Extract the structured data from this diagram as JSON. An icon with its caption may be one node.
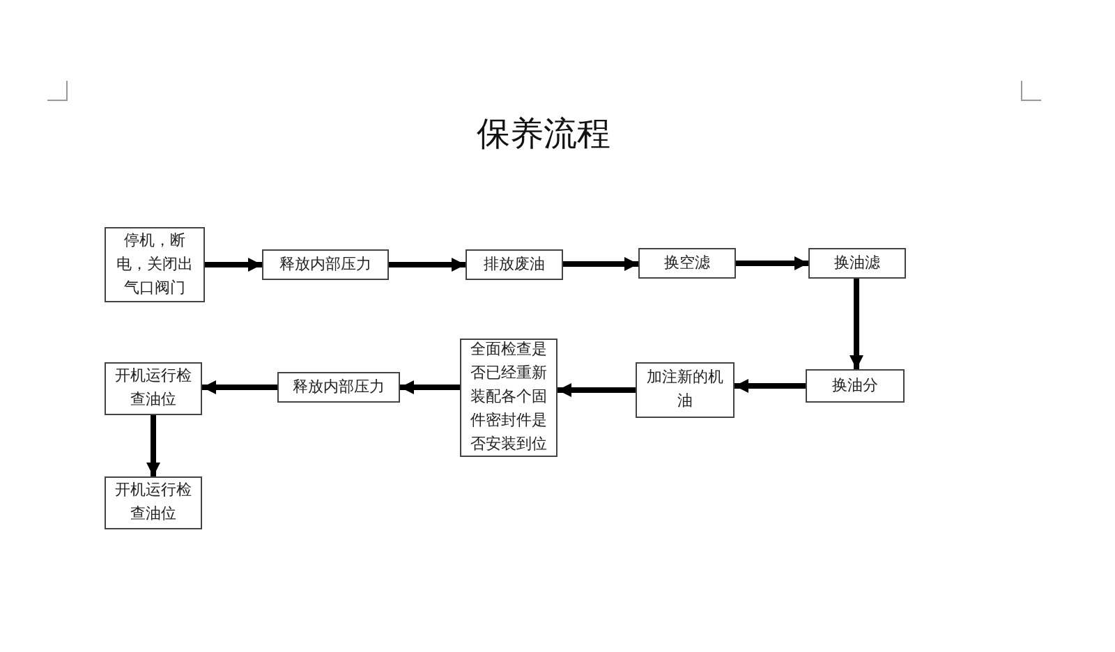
{
  "diagram": {
    "title": "保养流程",
    "nodes": [
      {
        "text": [
          "停机，断电，关闭出气口阀门"
        ]
      },
      {
        "text": [
          "释放内部压力"
        ]
      },
      {
        "text": [
          "排放废油"
        ]
      },
      {
        "text": [
          "换空滤"
        ]
      },
      {
        "text": [
          "换油滤"
        ]
      },
      {
        "text": [
          "换油分"
        ]
      },
      {
        "text": [
          "加注新的机油"
        ]
      },
      {
        "text": [
          "全面检查是否已经重新装配各个固件密封件是否安装到位"
        ]
      },
      {
        "text": [
          "释放内部压力"
        ]
      },
      {
        "text": [
          "开机运行检查油位"
        ]
      },
      {
        "text": [
          "开机运行检查油位"
        ]
      }
    ],
    "edges": [
      {
        "from": 0,
        "to": 1,
        "arrow": "to"
      },
      {
        "from": 1,
        "to": 2,
        "arrow": "to"
      },
      {
        "from": 2,
        "to": 3,
        "arrow": "to"
      },
      {
        "from": 3,
        "to": 4,
        "arrow": "to"
      },
      {
        "from": 4,
        "to": 5,
        "arrow": "to"
      },
      {
        "from": 5,
        "to": 6,
        "arrow": "to"
      },
      {
        "from": 6,
        "to": 7,
        "arrow": "to"
      },
      {
        "from": 7,
        "to": 8,
        "arrow": "to"
      },
      {
        "from": 8,
        "to": 9,
        "arrow": "to"
      },
      {
        "from": 9,
        "to": 10,
        "arrow": "to"
      }
    ]
  }
}
